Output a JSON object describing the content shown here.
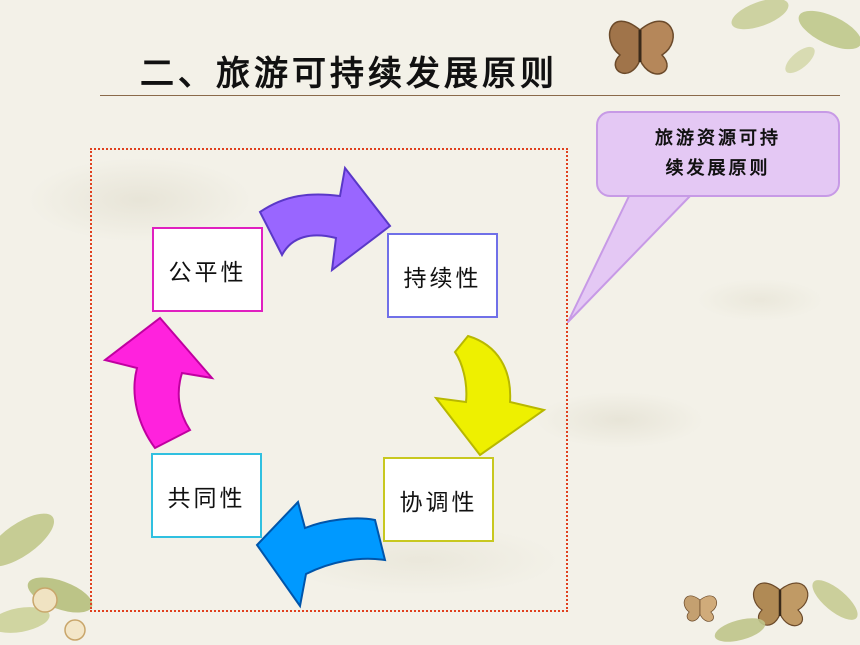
{
  "title": "二、旅游可持续发展原则",
  "callout": {
    "line1": "旅游资源可持",
    "line2": "续发展原则"
  },
  "principles": {
    "fair": "公平性",
    "sustainable": "持续性",
    "coordinated": "协调性",
    "common": "共同性"
  },
  "colors": {
    "frame": "#e0401e",
    "arrow_top": "#9966ff",
    "arrow_right": "#eef000",
    "arrow_bottom": "#0099ff",
    "arrow_left": "#ff22dd",
    "callout_fill": "#e4c8f4"
  }
}
